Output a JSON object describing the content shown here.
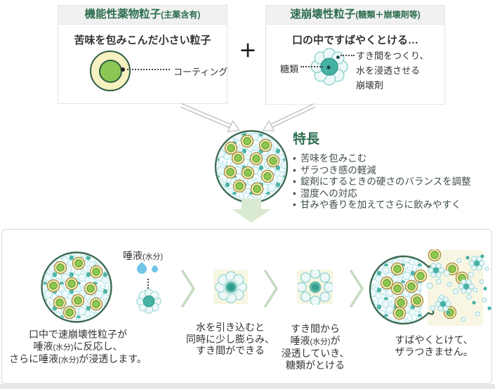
{
  "top": {
    "left_box": {
      "header": "機能性薬物粒子(主薬含有)",
      "body": "苦味を包みこんだ小さい粒子",
      "coating_label": "コーティング"
    },
    "plus": "＋",
    "right_box": {
      "header": "速崩壊性粒子(糖類＋崩壊剤等)",
      "body": "口の中ですばやくとける…",
      "sugar_label": "糖類",
      "note_lines": [
        "すき間をつくり、",
        "水を浸透させる",
        "崩壊剤"
      ]
    }
  },
  "features": {
    "heading": "特長",
    "items": [
      "苦味を包みこむ",
      "ザラつき感の軽減",
      "錠剤にするときの硬さのバランスを調整",
      "湿度への対応",
      "甘みや香りを加えてさらに飲みやすく"
    ]
  },
  "process": {
    "saliva_label": "唾液(水分)",
    "steps": [
      {
        "caption": [
          "口中で速崩壊性粒子が",
          "唾液(水分)に反応し、",
          "さらに唾液(水分)が浸透します。"
        ]
      },
      {
        "caption": [
          "水を引き込むと",
          "同時に少し膨らみ、",
          "すき間ができる"
        ]
      },
      {
        "caption": [
          "すき間から",
          "唾液(水分)が",
          "浸透していき、",
          "糖類がとける"
        ]
      },
      {
        "caption": [
          "すばやくとけて、",
          "ザラつきません。"
        ]
      }
    ]
  },
  "colors": {
    "heading_green": "#2d6e4e",
    "drug_core_green": "#8cc755",
    "coating_yellow": "#f6f1c0",
    "disintegrant_teal": "#49b2a6",
    "sugar_light_blue": "#edf8f8",
    "merge_arrow_green": "#d9e9d2",
    "highlight_bg": "#f8f6e2"
  }
}
